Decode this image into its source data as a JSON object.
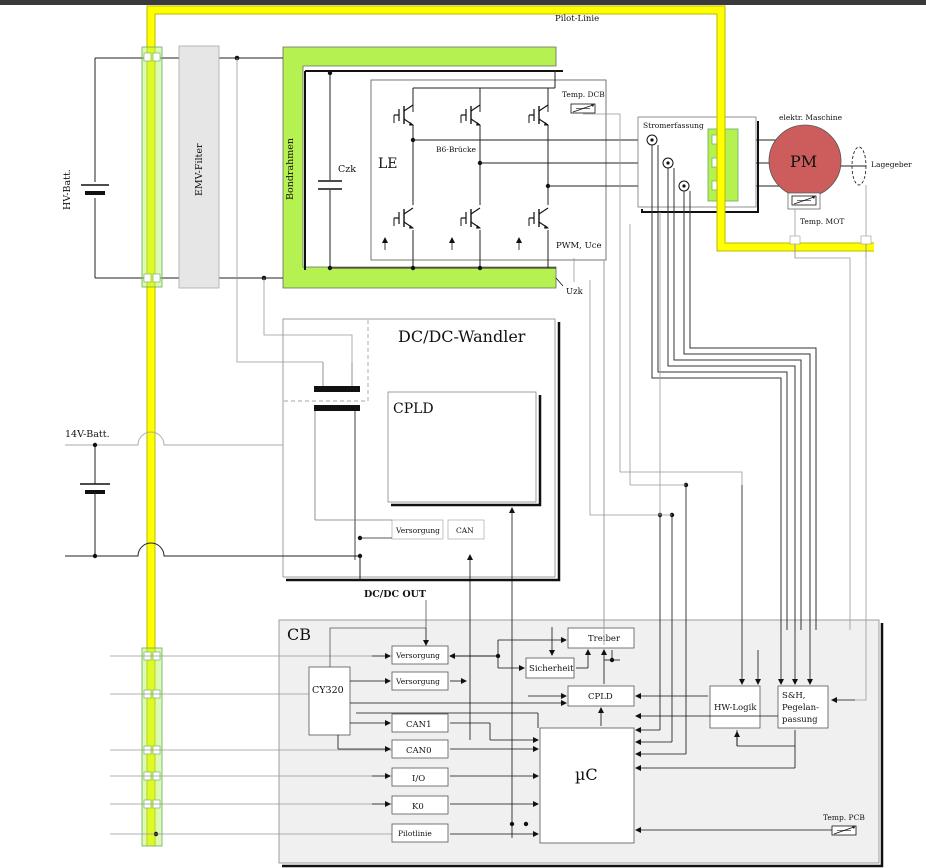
{
  "labels": {
    "pilot_linie_top": "Pilot-Linie",
    "hv_batt": "HV-Batt.",
    "emv_filter": "EMV-Filter",
    "bondrahmen": "Bondrahmen",
    "czk": "Czk",
    "le": "LE",
    "b6_bruecke": "B6-Brücke",
    "temp_dcb": "Temp. DCB",
    "pwm_uce": "PWM, Uce",
    "uzk": "Uzk",
    "stromerfassung": "Stromerfassung",
    "elektr_maschine": "elektr. Maschine",
    "pm": "PM",
    "lagegeber": "Lagegeber",
    "temp_mot": "Temp. MOT",
    "dcdc_wandler": "DC/DC-Wandler",
    "cpld_dcdc": "CPLD",
    "versorgung_dcdc": "Versorgung",
    "can_dcdc": "CAN",
    "batt_14v": "14V-Batt.",
    "dcdc_out": "DC/DC OUT",
    "cb": "CB",
    "cy320": "CY320",
    "cb_versorgung1": "Versorgung",
    "cb_versorgung2": "Versorgung",
    "can1": "CAN1",
    "can0": "CAN0",
    "io": "I/O",
    "k0": "K0",
    "pilotlinie_cb": "Pilotlinie",
    "treiber": "Treiber",
    "sicherheit": "Sicherheit",
    "cpld_cb": "CPLD",
    "uc": "µC",
    "hw_logik": "HW-Logik",
    "sh_line1": "S&H,",
    "sh_line2": "Pegelan-",
    "sh_line3": "passung",
    "temp_pcb": "Temp. PCB"
  },
  "colors": {
    "pilot_line": "#ffff00",
    "pilot_outline": "#b8b800",
    "bondrahmen": "#b5f251",
    "motor": "#cd5c5c",
    "filter_gray": "#e6e6e6",
    "cb_gray": "#f0f0f0",
    "wire": "#222222",
    "gray_wire": "#9a9a9a"
  },
  "icons": {
    "thermistor": "thermistor-icon",
    "transistor": "igbt-icon",
    "capacitor": "capacitor-icon",
    "battery": "battery-icon",
    "transformer": "transformer-icon"
  }
}
